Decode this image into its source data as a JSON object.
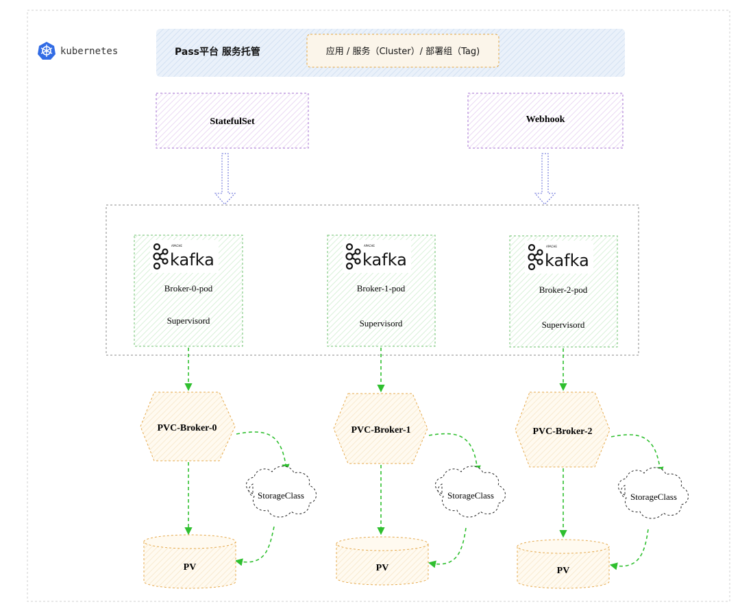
{
  "logo": {
    "text": "kubernetes",
    "icon": "kubernetes-helm-icon",
    "color": "#326ce5"
  },
  "platform": {
    "title": "Pass平台 服务托管",
    "tag": "应用 / 服务（Cluster）/ 部署组（Tag)"
  },
  "controllers": {
    "statefulset": "StatefulSet",
    "webhook": "Webhook"
  },
  "brokers": [
    {
      "logo_brand": "kafka",
      "logo_apache": "APACHE",
      "pod": "Broker-0-pod",
      "process": "Supervisord",
      "pvc": "PVC-Broker-0",
      "storage": "StorageClass",
      "pv": "PV"
    },
    {
      "logo_brand": "kafka",
      "logo_apache": "APACHE",
      "pod": "Broker-1-pod",
      "process": "Supervisord",
      "pvc": "PVC-Broker-1",
      "storage": "StorageClass",
      "pv": "PV"
    },
    {
      "logo_brand": "kafka",
      "logo_apache": "APACHE",
      "pod": "Broker-2-pod",
      "process": "Supervisord",
      "pvc": "PVC-Broker-2",
      "storage": "StorageClass",
      "pv": "PV"
    }
  ],
  "colors": {
    "platform_fill": "#e6eef8",
    "tag_border": "#e3a23a",
    "controller_border": "#a36fd0",
    "pod_border": "#6cc06c",
    "arrow_green": "#2fbf2f",
    "arrow_blue": "#5b63d6",
    "pvc_border": "#e5a84a",
    "cloud_border": "#222222"
  }
}
